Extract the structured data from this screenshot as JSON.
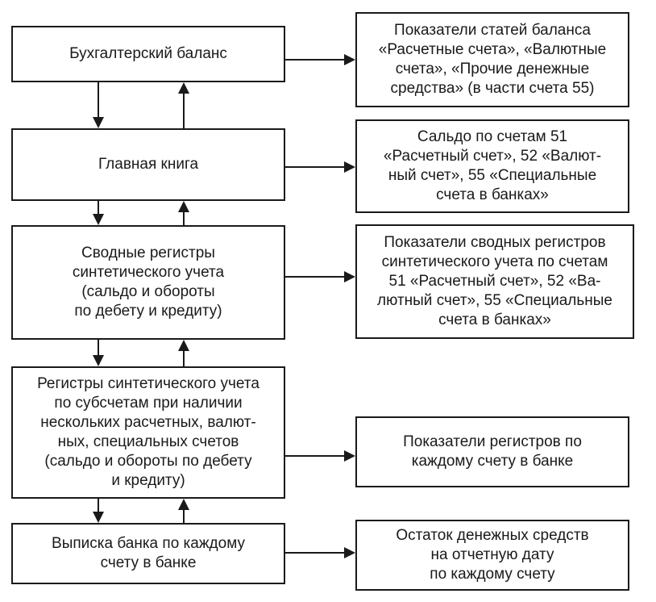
{
  "left_boxes": {
    "balance": "Бухгалтерский баланс",
    "ledger": "Главная книга",
    "summary_registers": "Сводные  регистры\nсинтетического учета\n(сальдо и обороты\nпо дебету и кредиту)",
    "subaccount_registers": "Регистры синтетического учета\nпо субсчетам при наличии\nнескольких расчетных, валют-\nных, специальных счетов\n(сальдо и обороты по дебету\nи кредиту)",
    "bank_statement": "Выписка банка по каждому\nсчету в банке"
  },
  "right_boxes": {
    "balance_indicators": "Показатели статей баланса\n«Расчетные счета», «Валютные\nсчета», «Прочие денежные\nсредства» (в части счета 55)",
    "ledger_balances": "Сальдо по счетам 51\n«Расчетный счет», 52 «Валют-\nный счет», 55 «Специальные\nсчета в банках»",
    "summary_indicators": "Показатели сводных регистров\nсинтетического учета по счетам\n51 «Расчетный счет», 52 «Ва-\nлютный счет», 55 «Специальные\nсчета в банках»",
    "register_indicators": "Показатели регистров по\nкаждому счету в банке",
    "cash_balance": "Остаток денежных средств\nна отчетную дату\nпо каждому счету"
  }
}
